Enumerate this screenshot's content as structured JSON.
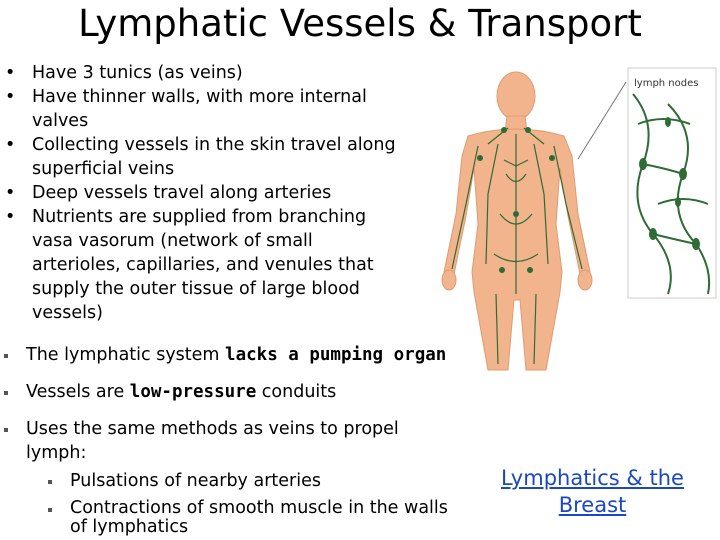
{
  "title": "Lymphatic Vessels & Transport",
  "bullets": [
    "Have 3 tunics (as veins)",
    "Have thinner walls, with more internal valves",
    "Collecting vessels in the skin travel along superficial veins",
    "Deep vessels travel along arteries",
    "Nutrients are supplied from branching vasa vasorum (network of small arterioles, capillaries, and venules that supply the outer tissue of large blood vessels)"
  ],
  "bullet_symbol": "•",
  "points": {
    "p1_pre": "The lymphatic system ",
    "p1_bold": "lacks a pumping organ",
    "p2_pre": "Vessels are ",
    "p2_bold": "low-pressure",
    "p2_post": " conduits",
    "p3_line1": "Uses the same methods as veins to propel",
    "p3_line2": "lymph:",
    "sub1": "Pulsations of nearby arteries",
    "sub2_line1": "Contractions of smooth muscle in the walls",
    "sub2_line2": "of lymphatics"
  },
  "figure": {
    "inset_label": "lymph nodes"
  },
  "link": {
    "line1": "Lymphatics & the",
    "line2": "Breast"
  },
  "colors": {
    "skin": "#f2b48c",
    "vessel": "#2f6b35",
    "link": "#1a47c4"
  }
}
